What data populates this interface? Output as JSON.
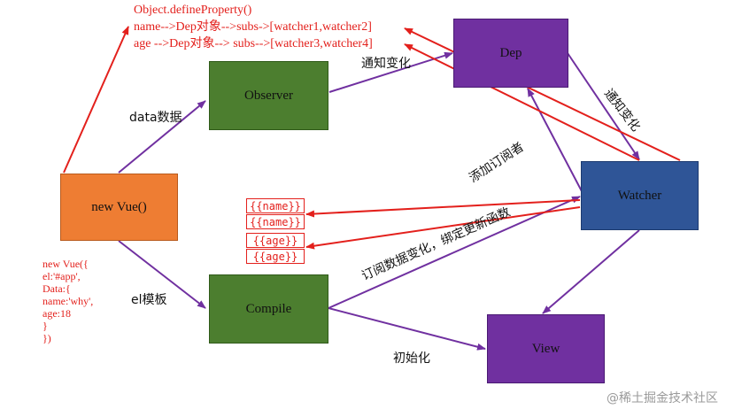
{
  "nodes": {
    "newvue": "new Vue()",
    "observer": "Observer",
    "compile": "Compile",
    "dep": "Dep",
    "watcher": "Watcher",
    "view": "View"
  },
  "labels": {
    "data": "data数据",
    "el": "el模板",
    "notify_top": "通知变化",
    "notify_right": "通知变化",
    "add_subscriber": "添加订阅者",
    "subscribe": "订阅数据变化，绑定更新函数",
    "init": "初始化"
  },
  "define_property": [
    "Object.defineProperty()",
    "name-->Dep对象-->subs->[watcher1,watcher2]",
    "age -->Dep对象--> subs-->[watcher3,watcher4]"
  ],
  "templates": [
    "{{name}}",
    "{{name}}",
    "{{age}}",
    "{{age}}"
  ],
  "code_lines": [
    "new Vue({",
    "el:'#app',",
    "Data:{",
    "name:'why',",
    "age:18",
    "}",
    "})"
  ],
  "watermark": "@稀土掘金技术社区",
  "colors": {
    "purple_arrow": "#7030a0",
    "red_arrow": "#e3201c",
    "orange": "#ee7d33",
    "green": "#4c7e2f",
    "purple": "#7030a0",
    "blue": "#2f5597"
  }
}
